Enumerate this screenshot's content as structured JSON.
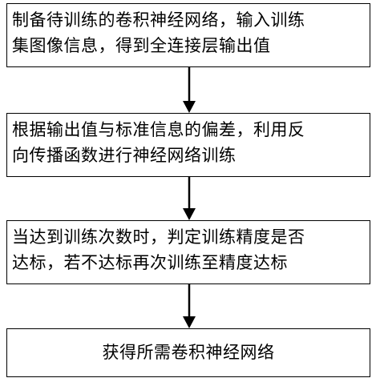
{
  "steps": [
    {
      "lines": [
        "制备待训练的卷积神经网络，输入训练",
        "集图像信息，得到全连接层输出值"
      ]
    },
    {
      "lines": [
        "根据输出值与标准信息的偏差，利用反",
        "向传播函数进行神经网络训练"
      ]
    },
    {
      "lines": [
        "当达到训练次数时，判定训练精度是否",
        "达标，若不达标再次训练至精度达标"
      ]
    },
    {
      "lines": [
        "获得所需卷积神经网络"
      ]
    }
  ],
  "colors": {
    "stroke": "#000000",
    "background": "#ffffff"
  }
}
